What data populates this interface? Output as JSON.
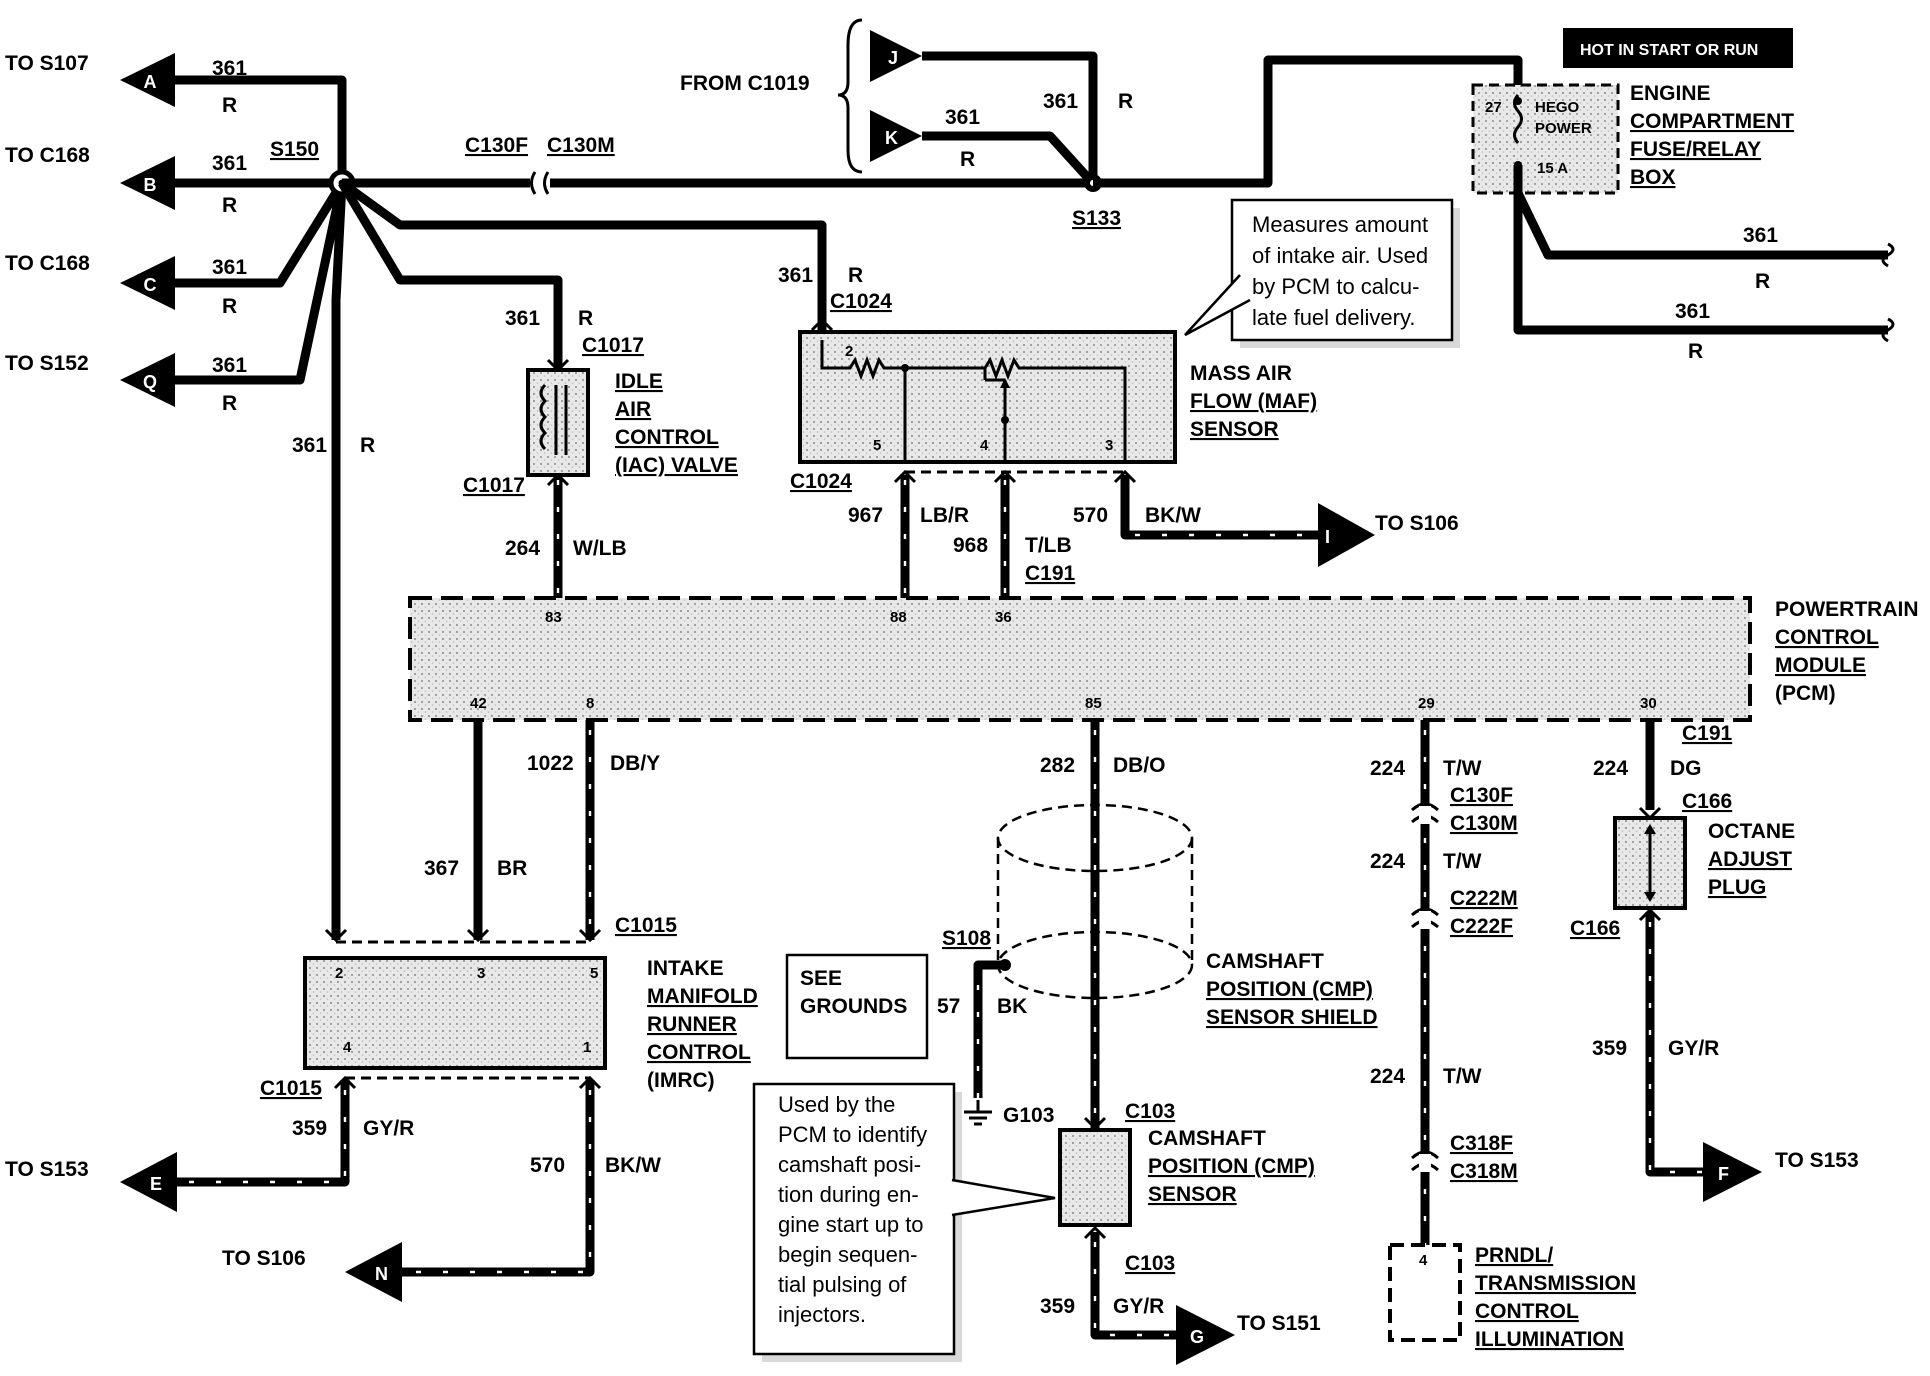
{
  "arrows": [
    {
      "letter": "A",
      "dest": "TO S107"
    },
    {
      "letter": "B",
      "dest": "TO C168"
    },
    {
      "letter": "C",
      "dest": "TO C168"
    },
    {
      "letter": "Q",
      "dest": "TO S152"
    },
    {
      "letter": "J"
    },
    {
      "letter": "K"
    },
    {
      "letter": "I",
      "dest": "TO S106"
    },
    {
      "letter": "E",
      "dest": "TO S153"
    },
    {
      "letter": "N",
      "dest": "TO S106"
    },
    {
      "letter": "G",
      "dest": "TO S151"
    },
    {
      "letter": "F",
      "dest": "TO S153"
    }
  ],
  "hot_label": "HOT IN  START OR RUN",
  "from_label": "FROM C1019",
  "splices": {
    "s150": "S150",
    "s133": "S133",
    "s108": "S108"
  },
  "connectors": {
    "c130f": "C130F",
    "c130m": "C130M",
    "c1017a": "C1017",
    "c1017b": "C1017",
    "c1024a": "C1024",
    "c1024b": "C1024",
    "c191a": "C191",
    "c191b": "C191",
    "c1015a": "C1015",
    "c1015b": "C1015",
    "c130f2": "C130F",
    "c130m2": "C130M",
    "c222m": "C222M",
    "c222f": "C222F",
    "c318f": "C318F",
    "c318m": "C318M",
    "c166a": "C166",
    "c166b": "C166",
    "c103a": "C103",
    "c103b": "C103",
    "g103": "G103"
  },
  "circuits": {
    "a_num": "361",
    "a_col": "R",
    "b_num": "361",
    "b_col": "R",
    "c_num": "361",
    "c_col": "R",
    "q_num": "361",
    "q_col": "R",
    "v_num": "361",
    "v_col": "R",
    "j_num": "361",
    "j_col": "R",
    "k_num": "361",
    "k_col": "R",
    "iac_num": "361",
    "iac_col": "R",
    "maf_num": "361",
    "maf_col": "R",
    "f1_num": "361",
    "f1_col": "R",
    "f2_num": "361",
    "f2_col": "R",
    "w264_num": "264",
    "w264_col": "W/LB",
    "w967_num": "967",
    "w967_col": "LB/R",
    "w968_num": "968",
    "w968_col": "T/LB",
    "w570_num": "570",
    "w570_col": "BK/W",
    "w1022_num": "1022",
    "w1022_col": "DB/Y",
    "w367_num": "367",
    "w367_col": "BR",
    "w282_num": "282",
    "w282_col": "DB/O",
    "w224a_num": "224",
    "w224a_col": "T/W",
    "w224b_num": "224",
    "w224b_col": "T/W",
    "w224c_num": "224",
    "w224c_col": "T/W",
    "w224d_num": "224",
    "w224d_col": "DG",
    "w359a_num": "359",
    "w359a_col": "GY/R",
    "w570b_num": "570",
    "w570b_col": "BK/W",
    "w57_num": "57",
    "w57_col": "BK",
    "w359c_num": "359",
    "w359c_col": "GY/R",
    "w359b_num": "359",
    "w359b_col": "GY/R"
  },
  "fuse": {
    "pin": "27",
    "name1": "HEGO",
    "name2": "POWER",
    "rating": "15 A",
    "label": [
      "ENGINE",
      "COMPARTMENT",
      "FUSE/RELAY",
      "BOX"
    ]
  },
  "maf": {
    "pins": [
      "2",
      "5",
      "4",
      "3"
    ],
    "label": [
      "MASS AIR",
      "FLOW (MAF)",
      "SENSOR"
    ],
    "note": [
      "Measures amount",
      "of intake air. Used",
      "by PCM to calcu-",
      "late fuel delivery."
    ]
  },
  "iac": {
    "label": [
      "IDLE",
      "AIR",
      "CONTROL",
      "(IAC)  VALVE"
    ]
  },
  "pcm": {
    "pins_top": [
      "83",
      "88",
      "36"
    ],
    "pins_bottom": [
      "42",
      "8",
      "85",
      "29",
      "30"
    ],
    "label": [
      "POWERTRAIN",
      "CONTROL",
      "MODULE",
      "(PCM)"
    ]
  },
  "imrc": {
    "pins": [
      "2",
      "3",
      "5",
      "4",
      "1"
    ],
    "label": [
      "INTAKE",
      "MANIFOLD",
      "RUNNER",
      "CONTROL",
      "(IMRC)"
    ]
  },
  "grounds": [
    "SEE",
    "GROUNDS"
  ],
  "cmp_shield": [
    "CAMSHAFT",
    "POSITION (CMP)",
    "SENSOR SHIELD"
  ],
  "cmp_sensor": [
    "CAMSHAFT",
    "POSITION (CMP)",
    "SENSOR"
  ],
  "cmp_note": [
    "Used by the",
    "PCM to identify",
    "camshaft posi-",
    "tion during en-",
    "gine start up to",
    "begin sequen-",
    "tial pulsing of",
    "injectors."
  ],
  "octane": [
    "OCTANE",
    "ADJUST",
    "PLUG"
  ],
  "prndl": {
    "pin": "4",
    "label": [
      "PRNDL/",
      "TRANSMISSION",
      "CONTROL",
      "ILLUMINATION"
    ]
  }
}
